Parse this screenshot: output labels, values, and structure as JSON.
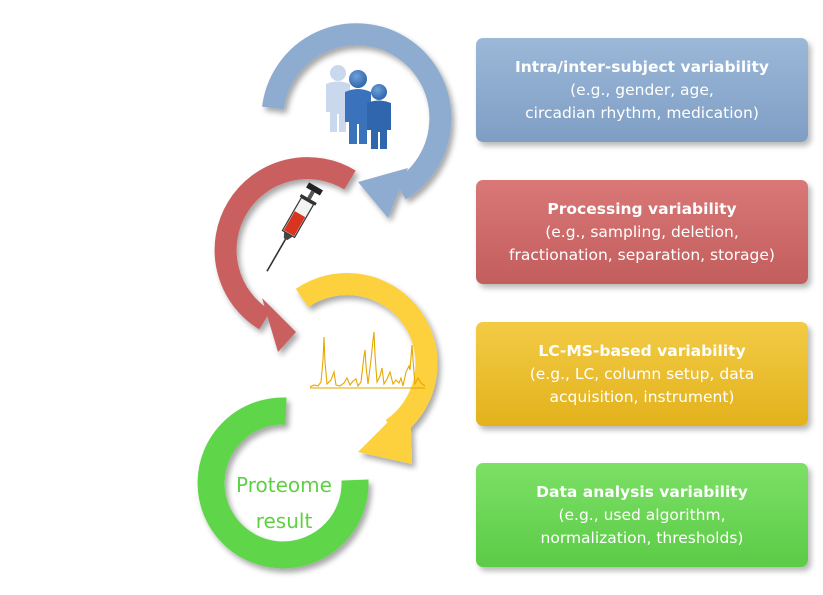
{
  "colors": {
    "blue": "#8eabd0",
    "red": "#c9605f",
    "yellow": "#fdd13c",
    "green": "#5fd64a",
    "text_green": "#5fd045"
  },
  "icons": [
    "people-icon",
    "syringe-icon",
    "spectrum-icon"
  ],
  "result": {
    "line1": "Proteome",
    "line2": "result"
  },
  "boxes": [
    {
      "title": "Intra/inter-subject variability",
      "lines": [
        "(e.g., gender, age,",
        "circadian rhythm, medication)"
      ]
    },
    {
      "title": "Processing variability",
      "lines": [
        "(e.g., sampling, deletion,",
        "fractionation, separation, storage)"
      ]
    },
    {
      "title": "LC-MS-based variability",
      "lines": [
        "(e.g., LC, column setup, data",
        "acquisition, instrument)"
      ]
    },
    {
      "title": "Data analysis variability",
      "lines": [
        "(e.g., used algorithm,",
        "normalization, thresholds)"
      ]
    }
  ]
}
